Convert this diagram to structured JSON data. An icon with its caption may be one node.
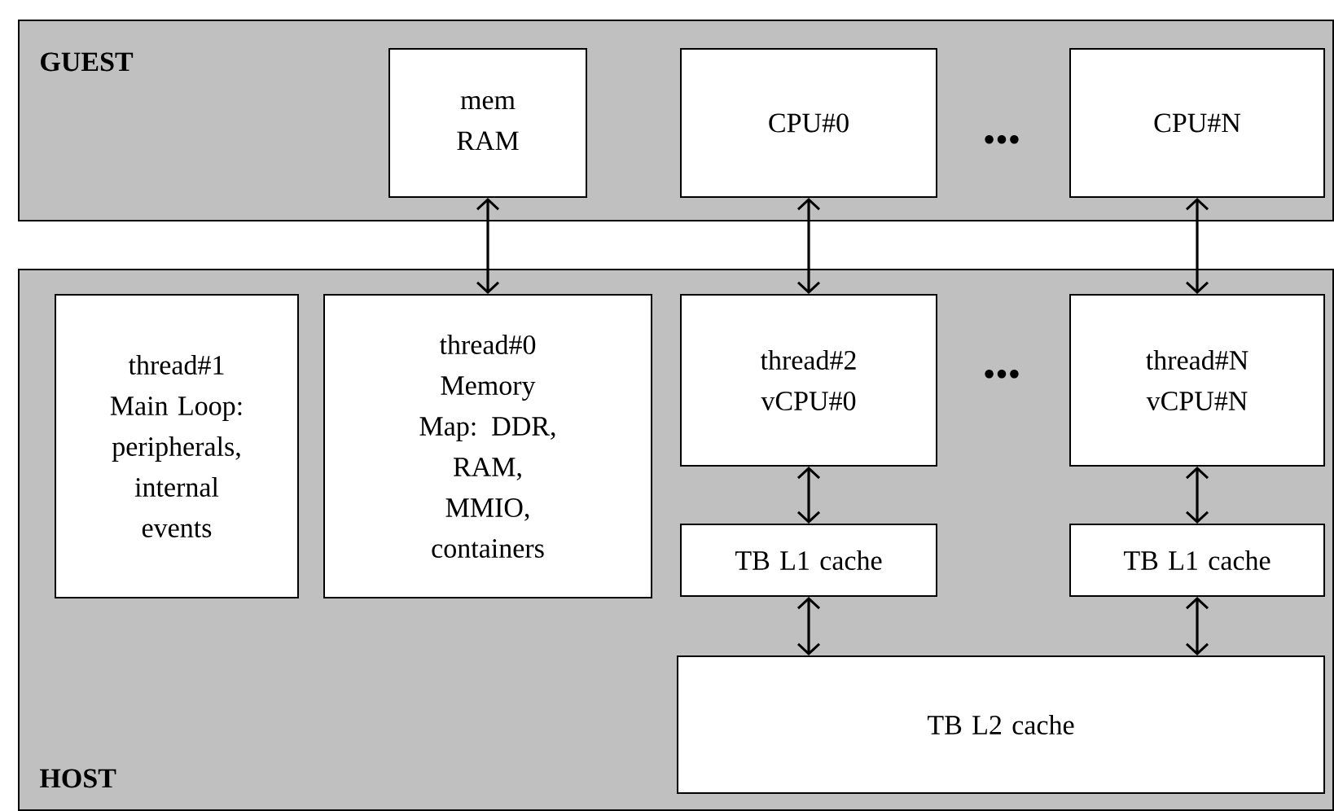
{
  "diagram": {
    "nodes": [
      {
        "text": [
          "GUEST"
        ]
      },
      {
        "text": [
          "mem RAM"
        ],
        "in": 0
      },
      {
        "text": [
          "CPU#0"
        ],
        "in": 0
      },
      {
        "text": [
          "CPU#N"
        ],
        "in": 0
      },
      {
        "text": [
          "HOST"
        ]
      },
      {
        "text": [
          "thread#1 Main Loop: peripherals, internal events"
        ],
        "in": 4
      },
      {
        "text": [
          "thread#0 Memory Map: DDR, RAM, MMIO, containers"
        ],
        "in": 4
      },
      {
        "text": [
          "thread#2 vCPU#0"
        ],
        "in": 4
      },
      {
        "text": [
          "thread#N vCPU#N"
        ],
        "in": 4
      },
      {
        "text": [
          "TB L1 cache"
        ],
        "in": 4
      },
      {
        "text": [
          "TB L1 cache"
        ],
        "in": 4
      },
      {
        "text": [
          "TB L2 cache"
        ],
        "in": 4
      }
    ],
    "edges": [
      {
        "from": 1,
        "to": 6,
        "arrow": "both"
      },
      {
        "from": 2,
        "to": 7,
        "arrow": "both"
      },
      {
        "from": 3,
        "to": 8,
        "arrow": "both"
      },
      {
        "from": 7,
        "to": 9,
        "arrow": "both"
      },
      {
        "from": 8,
        "to": 10,
        "arrow": "both"
      },
      {
        "from": 9,
        "to": 11,
        "arrow": "both"
      },
      {
        "from": 10,
        "to": 11,
        "arrow": "both"
      }
    ],
    "labels": [
      "•••",
      "•••"
    ]
  }
}
